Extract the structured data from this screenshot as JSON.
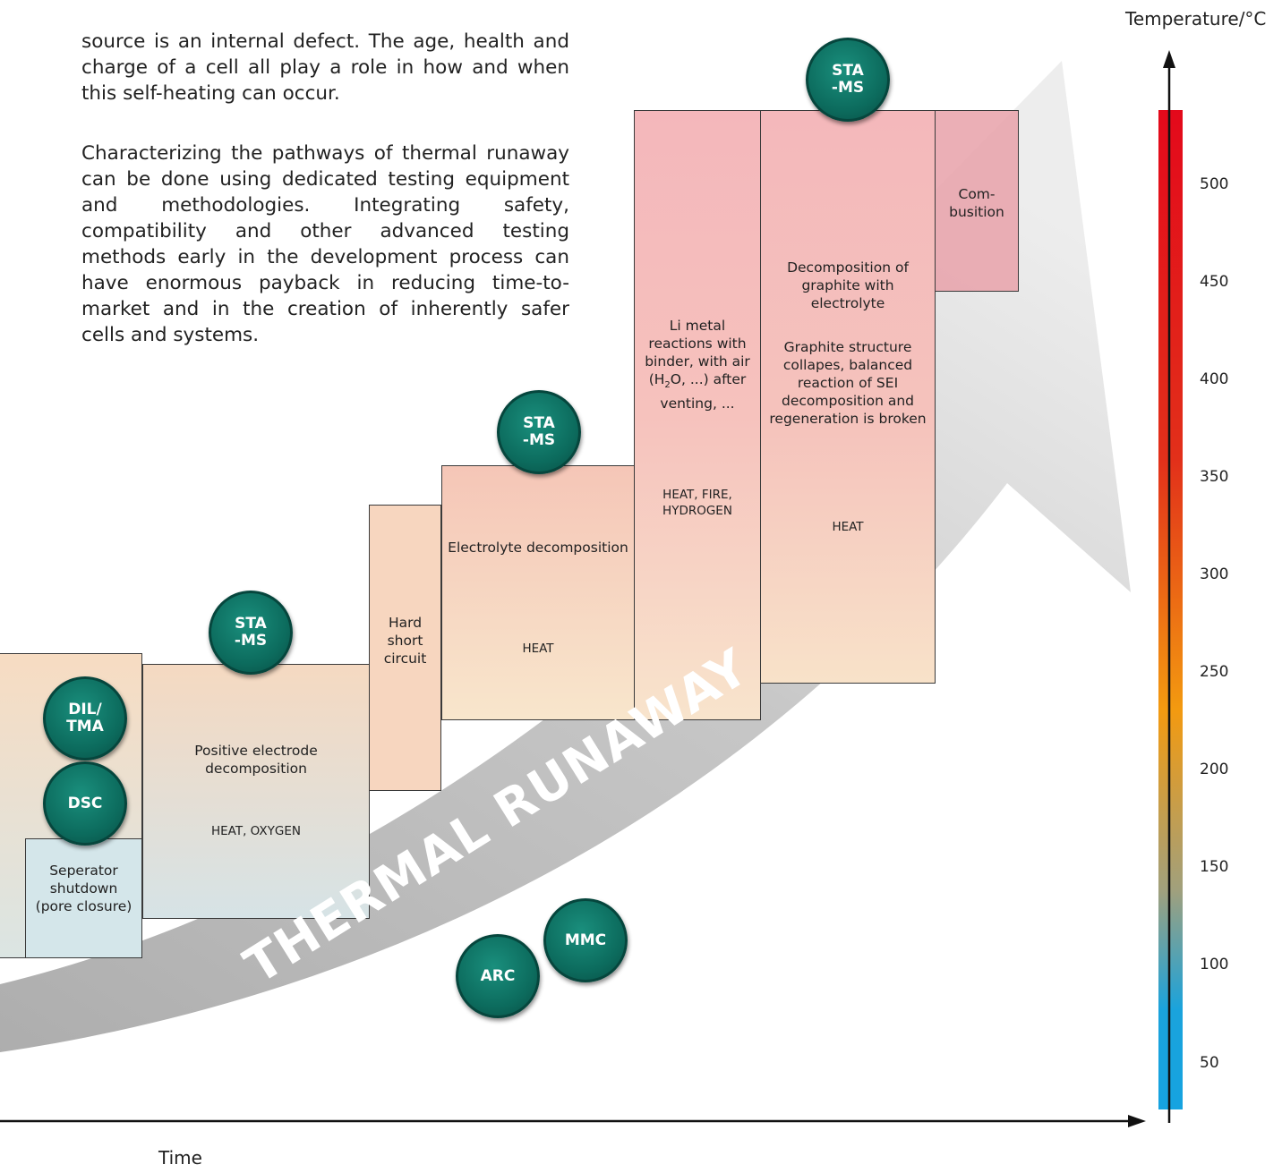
{
  "intro": {
    "paragraph1": "source is an internal defect. The age, health and charge of a cell all play a role in how and when this self-heating can occur.",
    "paragraph2": "Characterizing the pathways of thermal runaway can be done using dedicated testing equipment and methodologies. Integrating safety, compatibility and other advanced testing methods early in the development process can have enormous payback in reducing time-to-market and in the creation of inherently safer cells and systems."
  },
  "arrow_label": "THERMAL RUNAWAY",
  "axes": {
    "x_label": "Time",
    "y_label": "Temperature/°C",
    "ticks": [
      "500",
      "450",
      "400",
      "350",
      "300",
      "250",
      "200",
      "150",
      "100",
      "50"
    ]
  },
  "stages": {
    "separator": {
      "label": "Seperator shutdown (pore closure)",
      "effect": ""
    },
    "positive_electrode": {
      "label": "Positive electrode decomposition",
      "effect": "HEAT, OXYGEN"
    },
    "hard_short": {
      "label": "Hard short circuit",
      "effect": ""
    },
    "electrolyte": {
      "label": "Electrolyte decomposition",
      "effect": "HEAT"
    },
    "li_metal": {
      "label_part1": "Li metal reactions with binder, with air (H",
      "subscript": "2",
      "label_part2": "O, ...) after venting, ...",
      "effect": "HEAT, FIRE, HYDROGEN"
    },
    "graphite": {
      "label": "Decomposition of graphite with electrolyte",
      "label2": "Graphite structure collapes, balanced reaction of SEI decomposition and regeneration is broken",
      "effect": "HEAT"
    },
    "combustion": {
      "label": "Com-\nbusition",
      "effect": ""
    }
  },
  "badges": {
    "dil_tma": "DIL/\nTMA",
    "dsc": "DSC",
    "sta_ms_1": "STA\n-MS",
    "sta_ms_2": "STA\n-MS",
    "sta_ms_3": "STA\n-MS",
    "mmc": "MMC",
    "arc": "ARC"
  },
  "colors": {
    "badge": "#0c6b5d",
    "arrow": "#c8c8c8",
    "scale_top": "#e3091b",
    "scale_mid": "#f39a10",
    "scale_bottom": "#1aa3dc"
  }
}
